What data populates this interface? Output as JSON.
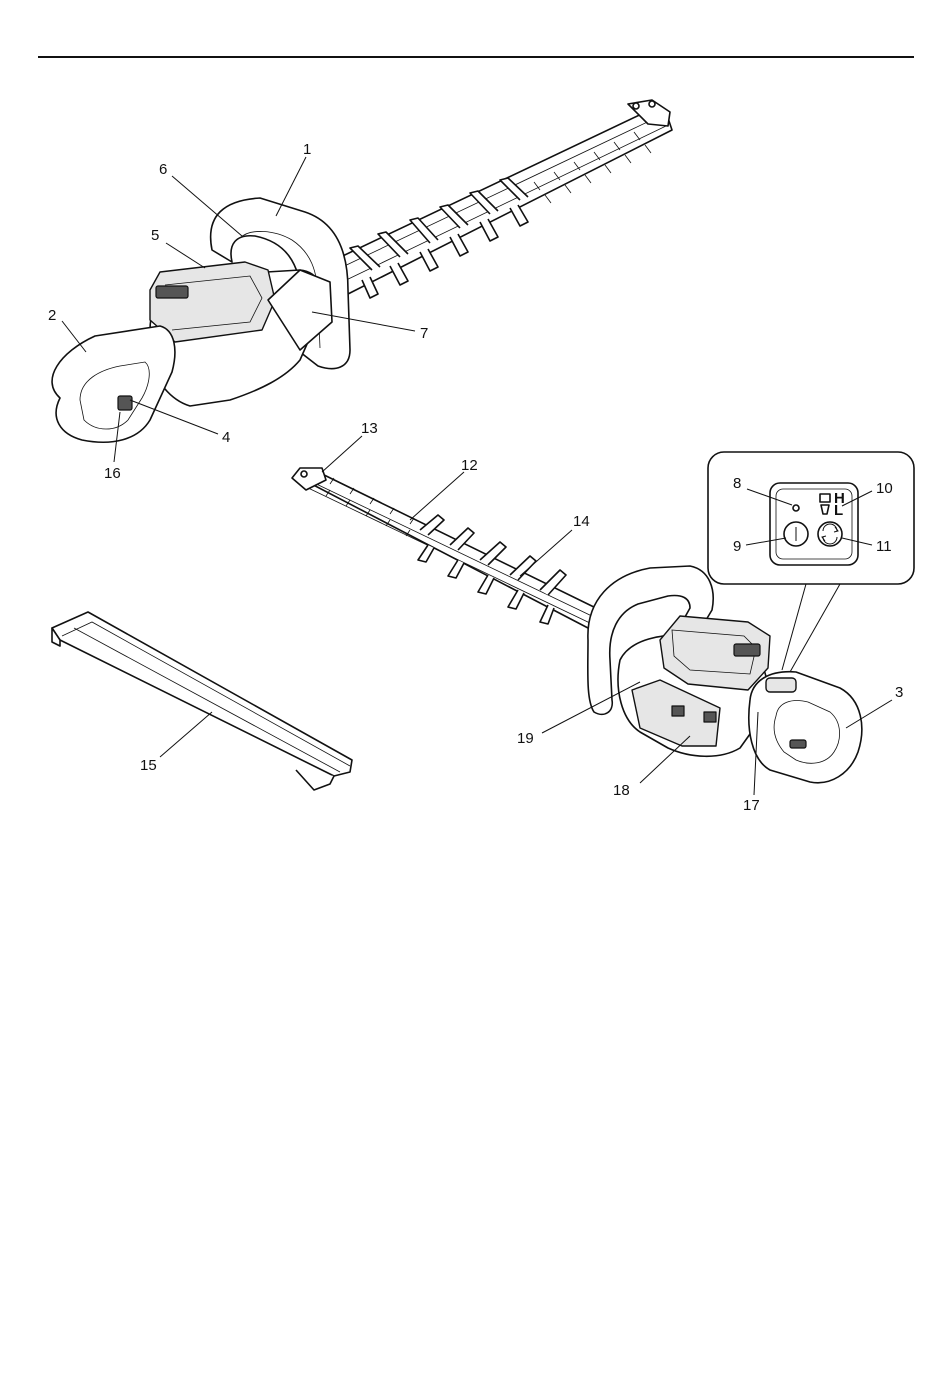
{
  "callouts": [
    {
      "label": "1"
    },
    {
      "label": "2"
    },
    {
      "label": "3"
    },
    {
      "label": "4"
    },
    {
      "label": "5"
    },
    {
      "label": "6"
    },
    {
      "label": "7"
    },
    {
      "label": "8"
    },
    {
      "label": "9"
    },
    {
      "label": "10"
    },
    {
      "label": "11"
    },
    {
      "label": "12"
    },
    {
      "label": "13"
    },
    {
      "label": "14"
    },
    {
      "label": "15"
    },
    {
      "label": "16"
    },
    {
      "label": "17"
    },
    {
      "label": "18"
    },
    {
      "label": "19"
    }
  ],
  "panel": {
    "mode_high": "H",
    "mode_low": "L"
  },
  "icons": [
    "power-button-icon",
    "speed-mode-button-icon",
    "indicator-lamp-icon",
    "speed-level-indicator-icon"
  ]
}
